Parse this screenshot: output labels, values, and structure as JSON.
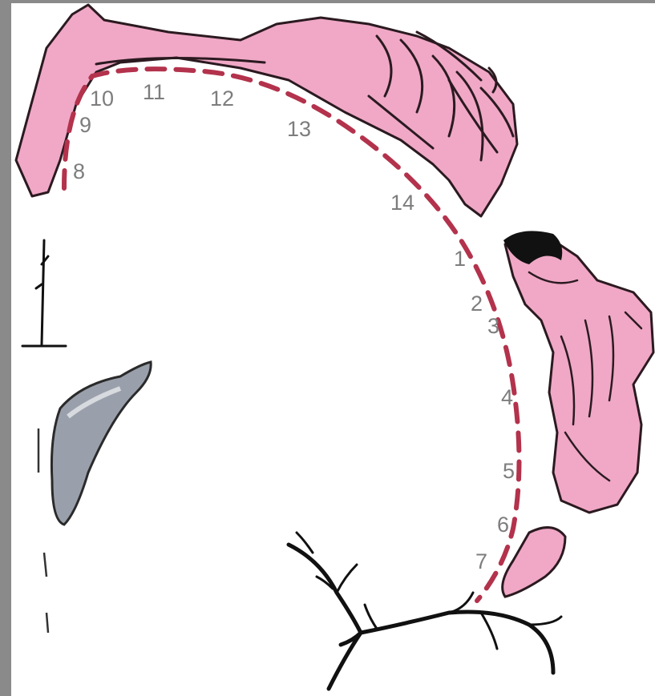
{
  "diagram": {
    "colors": {
      "tissue": "#f0a8c6",
      "tissue_outline": "#2b1a20",
      "dashed_line": "#b3324c",
      "frame_gray": "#8a8a8a",
      "lens_gray": "#9aa0ab",
      "text_gray": "#7d7d7d",
      "black": "#111111"
    },
    "numbers": [
      "1",
      "2",
      "3",
      "4",
      "5",
      "6",
      "7",
      "8",
      "9",
      "10",
      "11",
      "12",
      "13",
      "14"
    ]
  }
}
